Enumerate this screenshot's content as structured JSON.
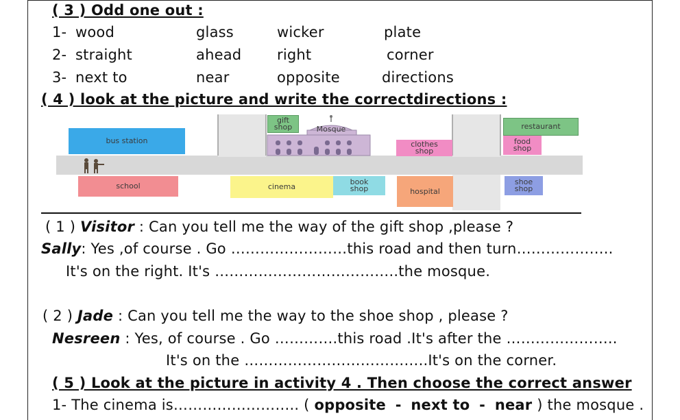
{
  "section3": {
    "title": "( 3  ) Odd one out :",
    "rows": [
      {
        "n": "1-",
        "a": "wood",
        "b": "glass",
        "c": "wicker",
        "d": "plate"
      },
      {
        "n": "2-",
        "a": "straight",
        "b": "ahead",
        "c": "right",
        "d": "corner"
      },
      {
        "n": "3-",
        "a": "next  to",
        "b": "near",
        "c": "opposite",
        "d": "directions"
      }
    ]
  },
  "section4": {
    "title": "( 4 ) look at the picture and write the correctdirections :",
    "map": {
      "bus_station": "bus station",
      "gift_shop": "gift shop",
      "mosque": "Mosque",
      "clothes_shop": "clothes shop",
      "restaurant": "restaurant",
      "food_shop": "food shop",
      "school": "school",
      "cinema": "cinema",
      "book_shop": "book shop",
      "hospital": "hospital",
      "shoe_shop": "shoe shop"
    },
    "q1": {
      "num": "( 1 )",
      "speaker1": "Visitor",
      "line1": ": Can you tell me the way of the gift shop ,please ?",
      "speaker2": "Sally",
      "line2": ": Yes ,of course .  Go ……………………this road and then turn………………..",
      "line3": "It's on the right. It's ………………………………..the mosque."
    },
    "q2": {
      "num": "( 2 )",
      "speaker1": "Jade",
      "line1": ": Can you tell me the way to the shoe shop , please ?",
      "speaker2": "Nesreen",
      "line2": ": Yes, of course .  Go ………….this road .It's after the …………………..",
      "line3": "It's on the ………………………………..It's on the corner."
    }
  },
  "section5": {
    "title": "( 5 ) Look at the picture in activity 4 . Then choose the correct answer",
    "q1_prefix": "1- The cinema is…………………….. (",
    "opt1": "opposite",
    "sep1": "-",
    "opt2": "next  to",
    "sep2": "-",
    "opt3": "near",
    "q1_suffix": ") the mosque ."
  },
  "colors": {
    "blue": "#3aa9e8",
    "green": "#7dc485",
    "pink": "#f28d92",
    "yellow": "#fbf48b",
    "cyan": "#8fdbe4",
    "orange": "#f6a67a",
    "periwinkle": "#8d9ee3",
    "mosque": "#cdb6d6",
    "clothes": "#f18cc4",
    "road": "#d8d8d8"
  }
}
